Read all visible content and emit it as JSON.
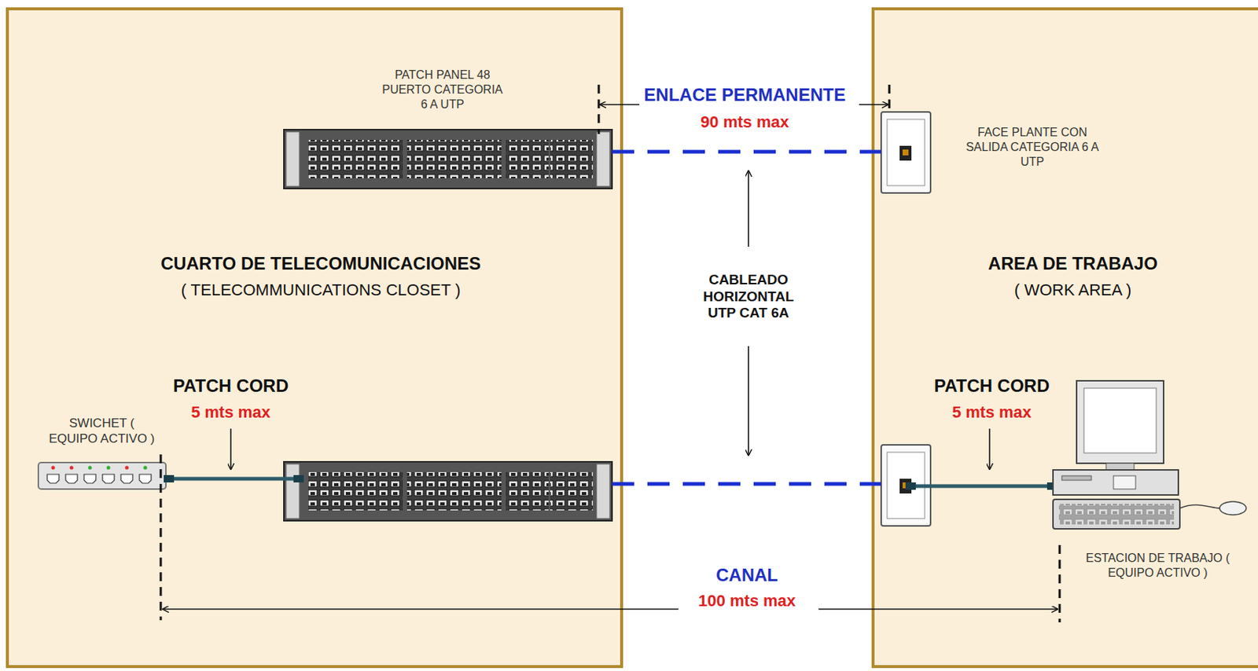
{
  "diagram": {
    "nodes": [
      {
        "text": [
          "CUARTO DE TELECOMUNICACIONES",
          "( TELECOMMUNICATIONS CLOSET )"
        ]
      },
      {
        "text": [
          "PATCH PANEL 48 PUERTO CATEGORIA 6 A UTP"
        ],
        "in": 0
      },
      {
        "text": [
          "SWICHET ( EQUIPO ACTIVO )"
        ],
        "in": 0
      },
      {
        "text": [
          "AREA DE TRABAJO",
          "( WORK AREA )"
        ]
      },
      {
        "text": [
          "FACE PLANTE CON SALIDA CATEGORIA 6 A UTP"
        ],
        "in": 3
      },
      {
        "text": [
          "ESTACION DE TRABAJO ( EQUIPO ACTIVO )"
        ],
        "in": 3
      }
    ],
    "edges": [
      {
        "from": 1,
        "to": 4,
        "arrow": "none"
      }
    ],
    "labels": [
      "ENLACE PERMANENTE",
      "90 mts max",
      "CABLEADO HORIZONTAL UTP CAT 6A",
      "PATCH CORD",
      "5 mts max",
      "PATCH CORD",
      "5 mts max",
      "CANAL",
      "100 mts max"
    ]
  }
}
